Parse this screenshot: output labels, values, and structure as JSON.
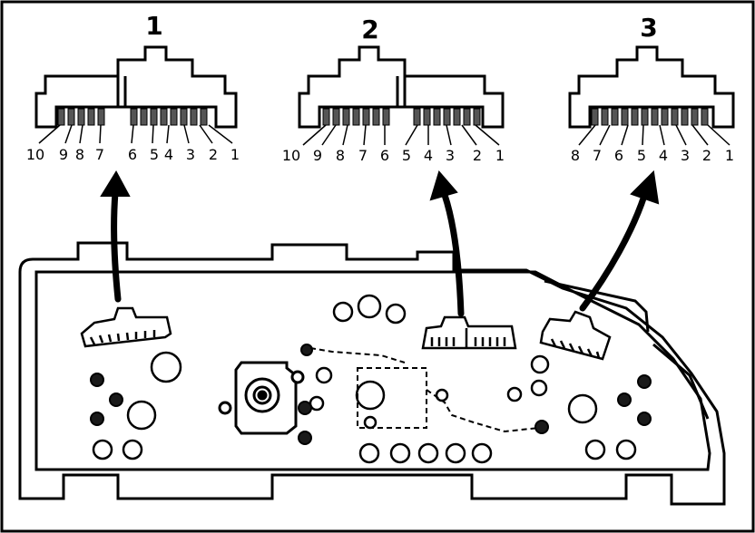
{
  "connectors": [
    {
      "title": "1",
      "pins": [
        "10",
        "9",
        "8",
        "7",
        "6",
        "5",
        "4",
        "3",
        "2",
        "1"
      ]
    },
    {
      "title": "2",
      "pins": [
        "10",
        "9",
        "8",
        "7",
        "6",
        "5",
        "4",
        "3",
        "2",
        "1"
      ]
    },
    {
      "title": "3",
      "pins": [
        "8",
        "7",
        "6",
        "5",
        "4",
        "3",
        "2",
        "1"
      ]
    }
  ]
}
